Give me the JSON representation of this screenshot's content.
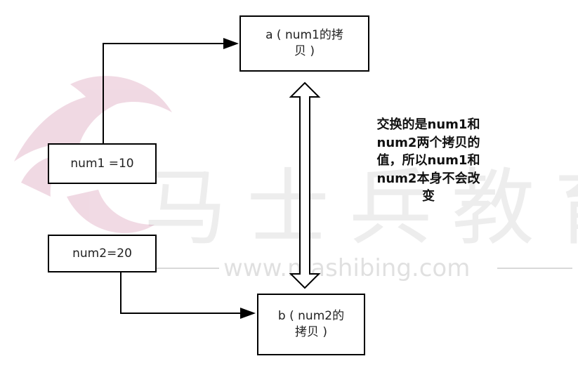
{
  "boxes": {
    "a": {
      "line1": "a ( num1的拷",
      "line2": "贝 )"
    },
    "b": {
      "line1": "b ( num2的",
      "line2": "拷贝 )"
    },
    "num1": "num1 =10",
    "num2": "num2=20"
  },
  "note": {
    "lines": [
      "交换的是num1和",
      "num2两个拷贝的",
      "值，所以num1和",
      "num2本身不会改",
      "变"
    ]
  },
  "watermark": {
    "brand": "马士兵教育",
    "url": "www.mashibing.com",
    "logo_color": "#e8c6d6"
  }
}
